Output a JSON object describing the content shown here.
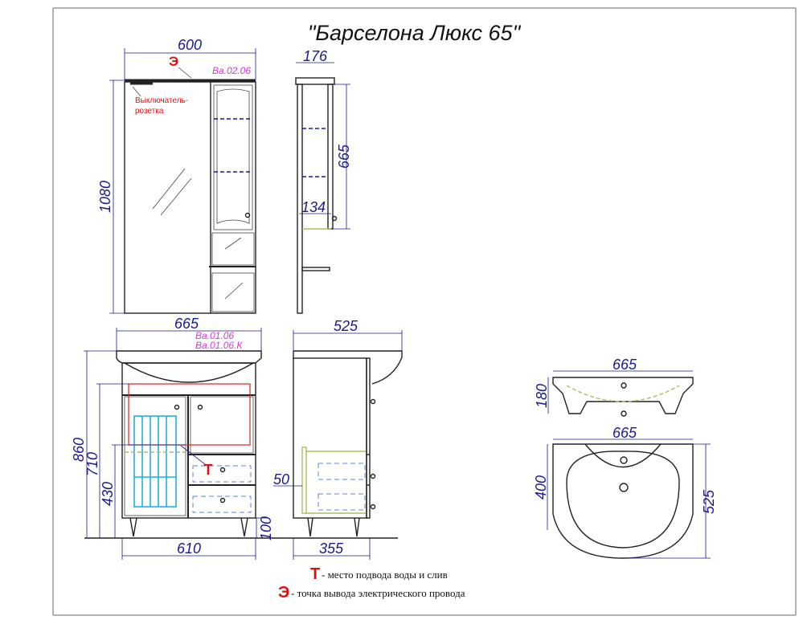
{
  "title": "\"Барселона Люкс 65\"",
  "mirror_cabinet": {
    "code": "Ва.02.06",
    "width": "600",
    "height": "1080",
    "depth": "176",
    "side_height": "665",
    "shelf_depth": "134",
    "electric_marker": "Э",
    "switch_label_line1": "Выключатель-",
    "switch_label_line2": "розетка"
  },
  "vanity": {
    "code1": "Ва.01.06",
    "code2": "Ва.01.06.К",
    "width_top": "665",
    "total_height": "860",
    "height_710": "710",
    "height_430": "430",
    "leg_height": "100",
    "body_width": "610",
    "depth_top": "525",
    "body_depth": "355",
    "offset_50": "50",
    "water_marker": "Т"
  },
  "sink": {
    "side_width": "665",
    "side_height": "180",
    "plan_width": "665",
    "plan_depth_inner": "400",
    "plan_depth": "525"
  },
  "legend": [
    {
      "marker": "Т",
      "text": "- место подвода воды и слив"
    },
    {
      "marker": "Э",
      "text": "-  точка вывода электрического провода"
    }
  ],
  "colors": {
    "dimension": "#1a1a8c",
    "code": "#d23cd2",
    "marker": "#e01010"
  }
}
